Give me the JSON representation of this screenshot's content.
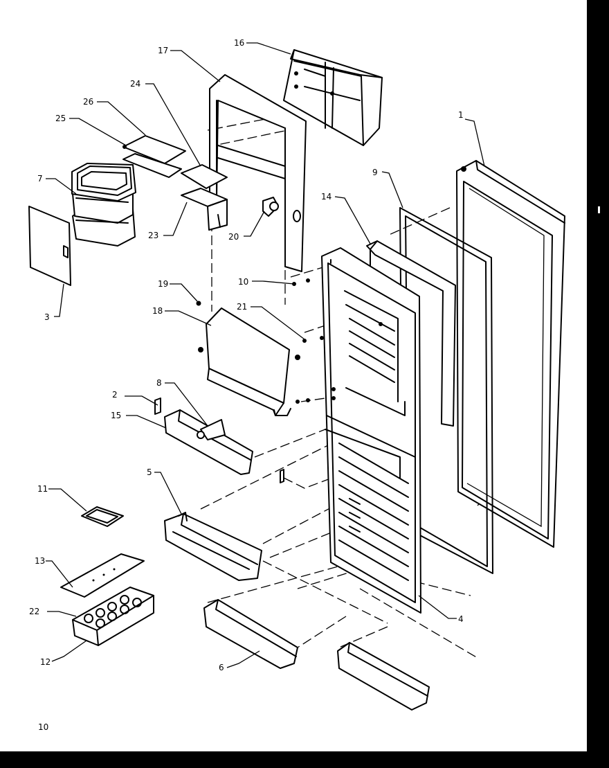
{
  "diagram": {
    "page_number": "10",
    "callouts": [
      "1",
      "2",
      "3",
      "4",
      "5",
      "6",
      "7",
      "8",
      "9",
      "10",
      "11",
      "12",
      "13",
      "14",
      "15",
      "16",
      "17",
      "18",
      "19",
      "20",
      "21",
      "22",
      "23",
      "24",
      "25",
      "26"
    ]
  }
}
